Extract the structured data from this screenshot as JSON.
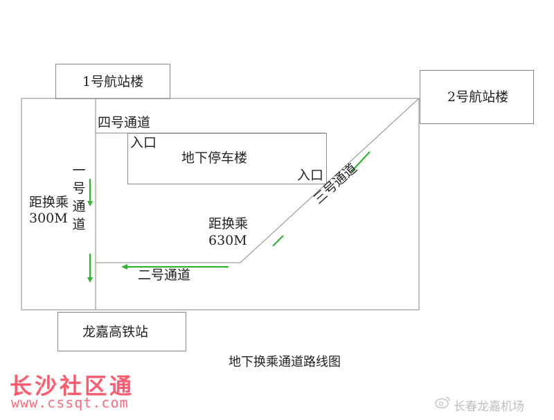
{
  "diagram": {
    "title": "地下换乘通道路线图",
    "nodes": {
      "terminal_1": "1号航站楼",
      "terminal_2": "2号航站楼",
      "parking": "地下停车楼",
      "rail_station": "龙嘉高铁站"
    },
    "labels": {
      "entrance_top": "入口",
      "entrance_bottom": "入口",
      "passage_4": "四号通道",
      "passage_1": [
        "一",
        "号",
        "通",
        "道"
      ],
      "passage_2": "二号通道",
      "passage_3": "三号通道",
      "distance_left_1": "距换乘",
      "distance_left_2": "300M",
      "distance_mid_1": "距换乘",
      "distance_mid_2": "630M"
    },
    "colors": {
      "outline": "#8a8a8a",
      "arrow": "#2db52d"
    }
  },
  "watermarks": {
    "site_name": "长沙社区通",
    "site_url": "www.cssqt.com",
    "weibo_account": "长春龙嘉机场"
  }
}
